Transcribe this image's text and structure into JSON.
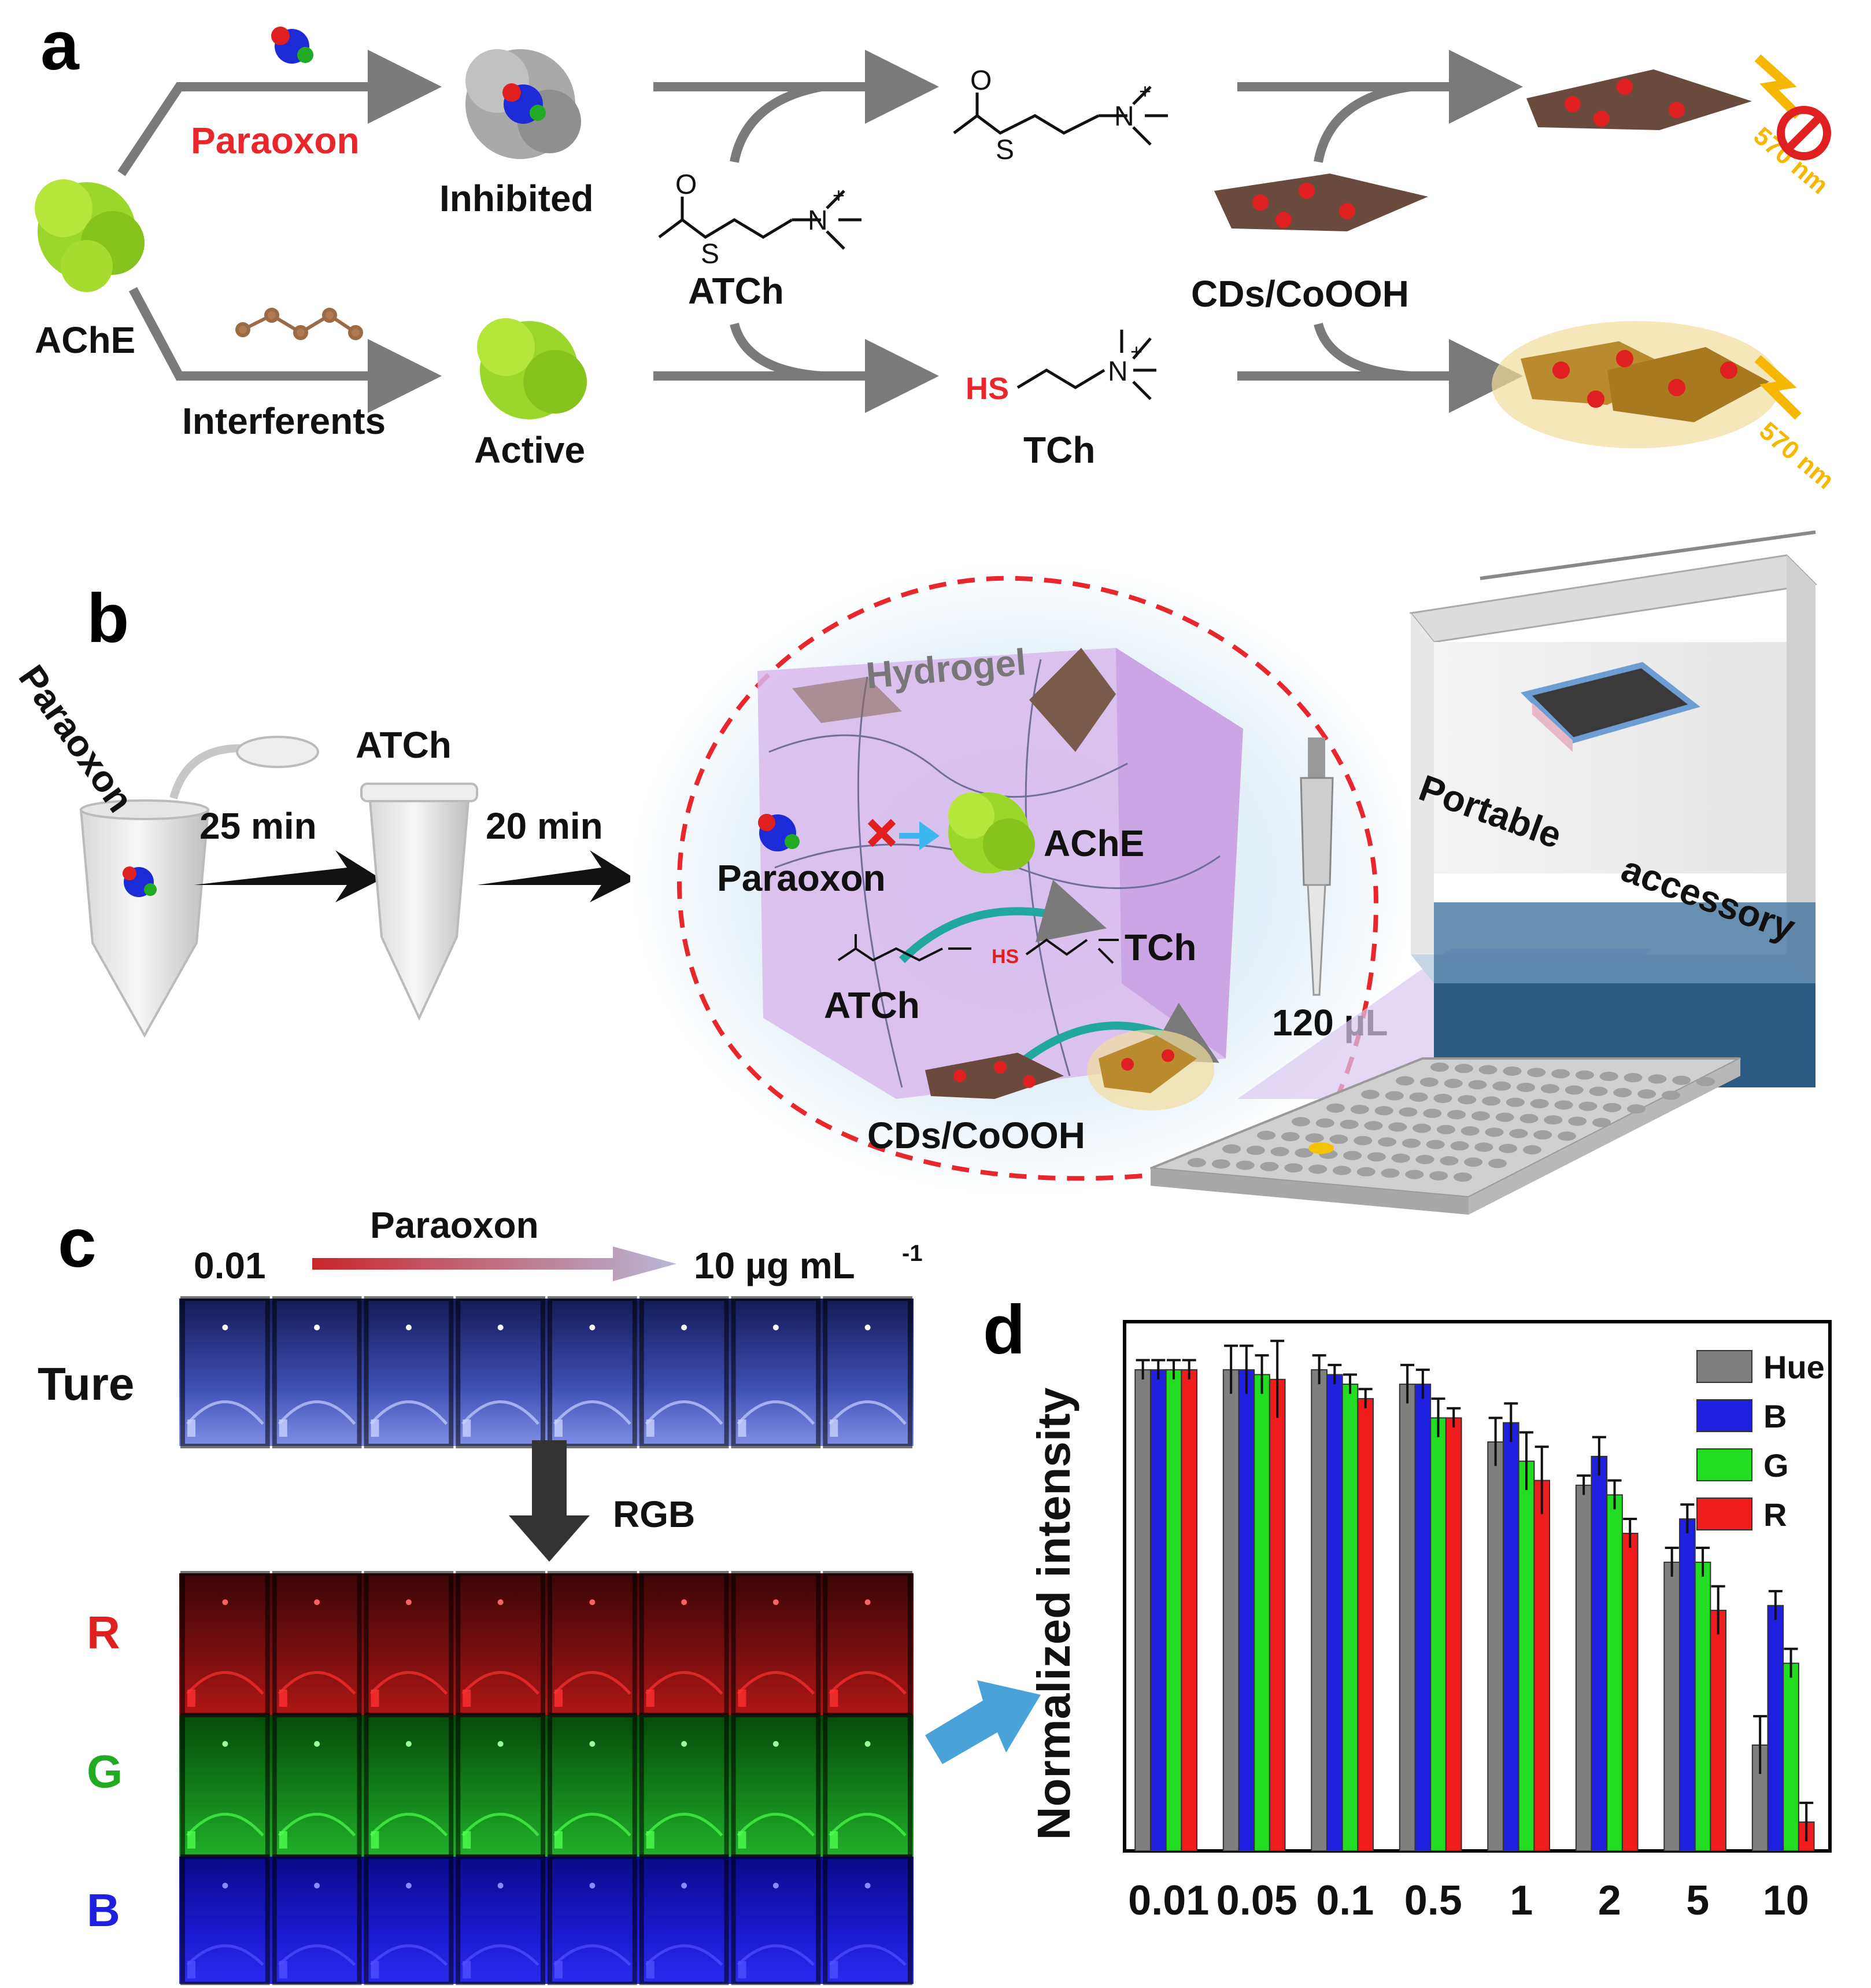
{
  "panel_a": {
    "letter": "a",
    "paraoxon": "Paraoxon",
    "inhibited": "Inhibited",
    "ache": "AChE",
    "interferents": "Interferents",
    "active": "Active",
    "atch": "ATCh",
    "tch": "TCh",
    "cds_cooh": "CDs/CoOOH",
    "wavelength": "570 nm",
    "hs": "HS",
    "o": "O",
    "s": "S",
    "n": "N",
    "plus": "+"
  },
  "panel_b": {
    "letter": "b",
    "paraoxon_tube": "Paraoxon",
    "time1": "25 min",
    "atch_tube": "ATCh",
    "time2": "20 min",
    "hydrogel": "Hydrogel",
    "paraoxon": "Paraoxon",
    "ache": "AChE",
    "tch": "TCh",
    "atch": "ATCh",
    "hs": "HS",
    "cds_cooh": "CDs/CoOOH",
    "volume": "120 µL",
    "accessory_1": "Portable",
    "accessory_2": "accessory"
  },
  "panel_c": {
    "letter": "c",
    "arrow_label": "Paraoxon",
    "start": "0.01",
    "end": "10 µg mL",
    "end_sup": "-1",
    "true_label": "Ture",
    "rgb_label": "RGB",
    "channel_r": "R",
    "channel_g": "G",
    "channel_b": "B"
  },
  "colors": {
    "hue": "#7f7f7f",
    "blue": "#1f1fe0",
    "green": "#22dd22",
    "red": "#ee1c1c",
    "arrow": "#7a7a7a",
    "accent_red": "#e8262b"
  },
  "chart_data": {
    "type": "bar",
    "panel_letter": "d",
    "categories": [
      "0.01",
      "0.05",
      "0.1",
      "0.5",
      "1",
      "2",
      "5",
      "10"
    ],
    "ylabel": "Normalized intensity",
    "xlabel": "",
    "ylim": [
      0,
      1.1
    ],
    "legend_position": "top-right",
    "series": [
      {
        "name": "Hue",
        "color": "#7f7f7f",
        "values": [
          1.0,
          1.0,
          1.0,
          0.97,
          0.85,
          0.76,
          0.6,
          0.22
        ],
        "errors": [
          0.02,
          0.05,
          0.03,
          0.04,
          0.05,
          0.02,
          0.03,
          0.06
        ]
      },
      {
        "name": "B",
        "color": "#1f1fe0",
        "values": [
          1.0,
          1.0,
          0.99,
          0.97,
          0.89,
          0.82,
          0.69,
          0.51
        ],
        "errors": [
          0.02,
          0.05,
          0.02,
          0.03,
          0.04,
          0.04,
          0.03,
          0.03
        ]
      },
      {
        "name": "G",
        "color": "#22dd22",
        "values": [
          1.0,
          0.99,
          0.97,
          0.9,
          0.81,
          0.74,
          0.6,
          0.39
        ],
        "errors": [
          0.02,
          0.04,
          0.02,
          0.04,
          0.06,
          0.03,
          0.03,
          0.03
        ]
      },
      {
        "name": "R",
        "color": "#ee1c1c",
        "values": [
          1.0,
          0.98,
          0.94,
          0.9,
          0.77,
          0.66,
          0.5,
          0.06
        ],
        "errors": [
          0.02,
          0.08,
          0.02,
          0.02,
          0.07,
          0.03,
          0.05,
          0.04
        ]
      }
    ]
  }
}
